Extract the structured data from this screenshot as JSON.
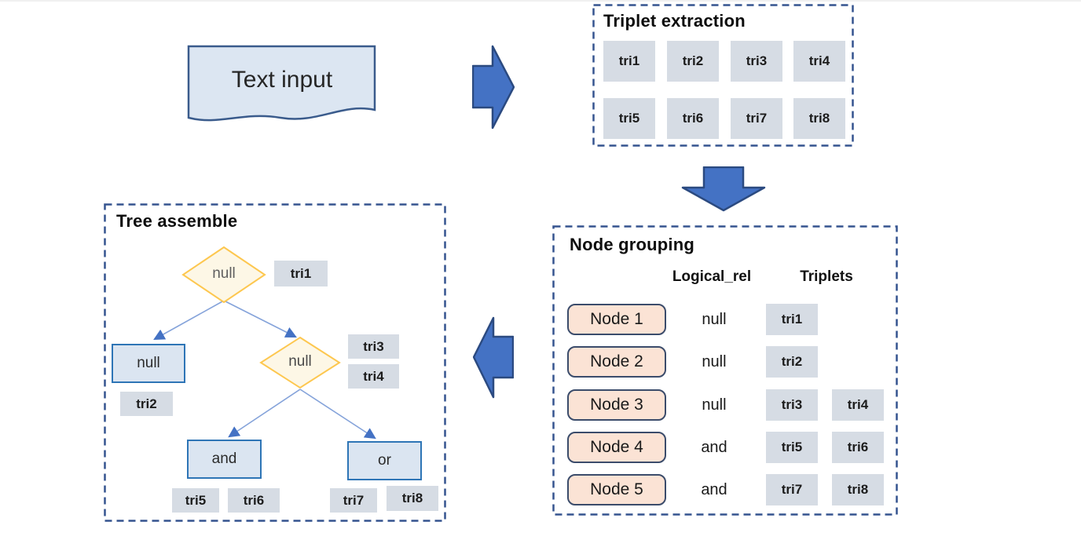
{
  "text_input": {
    "label": "Text input"
  },
  "triplet_extraction": {
    "title": "Triplet extraction",
    "tags": [
      "tri1",
      "tri2",
      "tri3",
      "tri4",
      "tri5",
      "tri6",
      "tri7",
      "tri8"
    ]
  },
  "node_grouping": {
    "title": "Node grouping",
    "columns": {
      "logical_rel": "Logical_rel",
      "triplets": "Triplets"
    },
    "rows": [
      {
        "node": "Node 1",
        "logical_rel": "null",
        "triplets": [
          "tri1"
        ]
      },
      {
        "node": "Node 2",
        "logical_rel": "null",
        "triplets": [
          "tri2"
        ]
      },
      {
        "node": "Node 3",
        "logical_rel": "null",
        "triplets": [
          "tri3",
          "tri4"
        ]
      },
      {
        "node": "Node 4",
        "logical_rel": "and",
        "triplets": [
          "tri5",
          "tri6"
        ]
      },
      {
        "node": "Node 5",
        "logical_rel": "and",
        "triplets": [
          "tri7",
          "tri8"
        ]
      }
    ]
  },
  "tree_assemble": {
    "title": "Tree assemble",
    "root": {
      "label": "null",
      "tag": "tri1"
    },
    "left_child": {
      "label": "null",
      "tag": "tri2"
    },
    "right_child": {
      "label": "null",
      "tags": [
        "tri3",
        "tri4"
      ]
    },
    "and_node": {
      "label": "and",
      "tags": [
        "tri5",
        "tri6"
      ]
    },
    "or_node": {
      "label": "or",
      "tags": [
        "tri7",
        "tri8"
      ]
    }
  },
  "colors": {
    "arrow_fill": "#4472c4",
    "arrow_border": "#2b4a80",
    "dashed_border": "#35548f",
    "tag_bg": "#d6dce4",
    "node_fill": "#fbe3d5",
    "node_border": "#3b4c6b",
    "diamond_fill": "#fdf7e6",
    "diamond_border": "#fdc74f",
    "rect_fill": "#dbe5f1",
    "rect_border": "#2e75b6",
    "connector": "#85a3da"
  }
}
